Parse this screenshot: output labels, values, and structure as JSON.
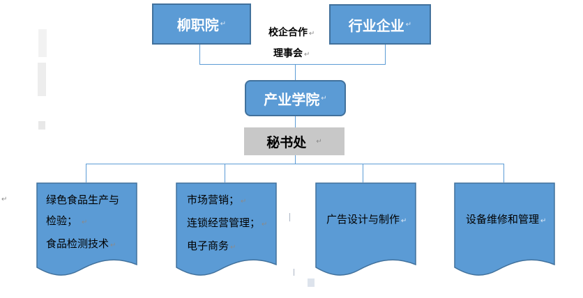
{
  "top": {
    "left_box": "柳职院",
    "right_box": "行业企业",
    "council_line1": "校企合作",
    "council_line2": "理事会"
  },
  "middle": {
    "college": "产业学院",
    "secretariat": "秘书处"
  },
  "departments": [
    {
      "lines": [
        "绿色食品生产与",
        "检验；",
        "食品检测技术"
      ]
    },
    {
      "lines": [
        "市场营销；",
        "连锁经营管理；",
        "电子商务"
      ]
    },
    {
      "lines": [
        "广告设计与制作"
      ]
    },
    {
      "lines": [
        "设备维修和管理"
      ]
    }
  ],
  "paragraph_mark": "↵",
  "colors": {
    "box_fill": "#5b9bd5",
    "box_border": "#41719c",
    "secretariat_fill": "#c8c8c8"
  }
}
